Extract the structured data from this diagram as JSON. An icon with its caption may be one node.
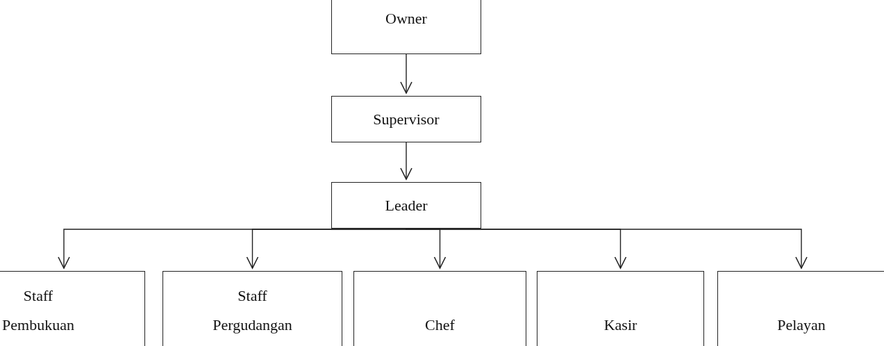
{
  "diagram": {
    "nodes": [
      {
        "text": [
          "Owner"
        ]
      },
      {
        "text": [
          "Supervisor"
        ]
      },
      {
        "text": [
          "Leader"
        ]
      },
      {
        "text": [
          "Staff Pembukuan"
        ]
      },
      {
        "text": [
          "Staff Pergudangan"
        ]
      },
      {
        "text": [
          "Chef"
        ]
      },
      {
        "text": [
          "Kasir"
        ]
      },
      {
        "text": [
          "Pelayan"
        ]
      }
    ],
    "edges": [
      {
        "from": 0,
        "to": 1,
        "arrow": "to"
      },
      {
        "from": 1,
        "to": 2,
        "arrow": "to"
      },
      {
        "from": 2,
        "to": 3,
        "arrow": "to"
      },
      {
        "from": 2,
        "to": 4,
        "arrow": "to"
      },
      {
        "from": 2,
        "to": 5,
        "arrow": "to"
      },
      {
        "from": 2,
        "to": 6,
        "arrow": "to"
      },
      {
        "from": 2,
        "to": 7,
        "arrow": "to"
      }
    ]
  }
}
